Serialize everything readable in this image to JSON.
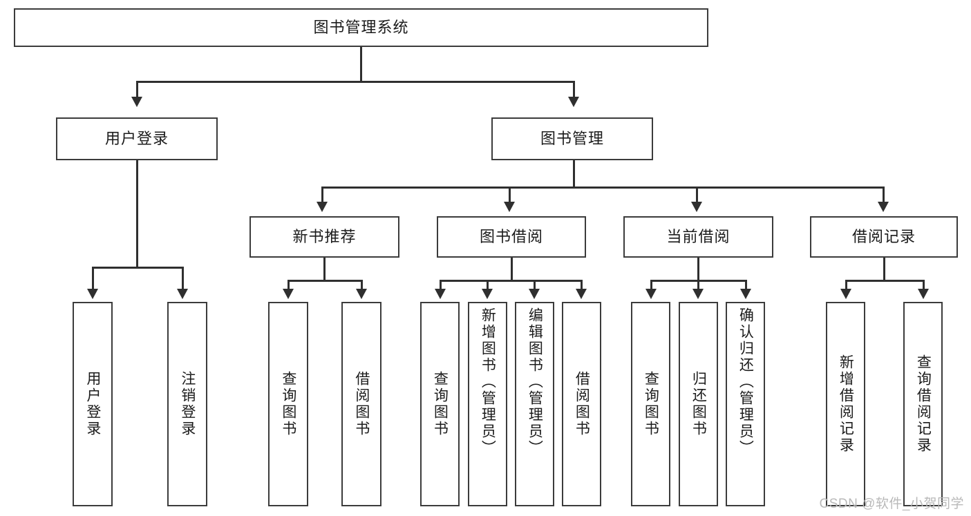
{
  "diagram": {
    "title": "图书管理系统",
    "watermark": "CSDN @软件_小贺同学",
    "type": "tree",
    "root": {
      "label": "图书管理系统"
    },
    "level2": [
      {
        "label": "用户登录"
      },
      {
        "label": "图书管理"
      }
    ],
    "level3": [
      {
        "label": "新书推荐"
      },
      {
        "label": "图书借阅"
      },
      {
        "label": "当前借阅"
      },
      {
        "label": "借阅记录"
      }
    ],
    "leaves": {
      "user_login": [
        {
          "label": "用户登录"
        },
        {
          "label": "注销登录"
        }
      ],
      "new_book_recommend": [
        {
          "label": "查询图书"
        },
        {
          "label": "借阅图书"
        }
      ],
      "book_borrow": [
        {
          "label": "查询图书"
        },
        {
          "label": "新增图书（管理员）"
        },
        {
          "label": "编辑图书（管理员）"
        },
        {
          "label": "借阅图书"
        }
      ],
      "current_borrow": [
        {
          "label": "查询图书"
        },
        {
          "label": "归还图书"
        },
        {
          "label": "确认归还（管理员）"
        }
      ],
      "borrow_record": [
        {
          "label": "新增借阅记录"
        },
        {
          "label": "查询借阅记录"
        }
      ]
    },
    "colors": {
      "border": "#3b3b3b",
      "line": "#2f2f2f",
      "text": "#1b1b1b",
      "background": "#ffffff",
      "watermark": "#b9b9b9"
    }
  }
}
